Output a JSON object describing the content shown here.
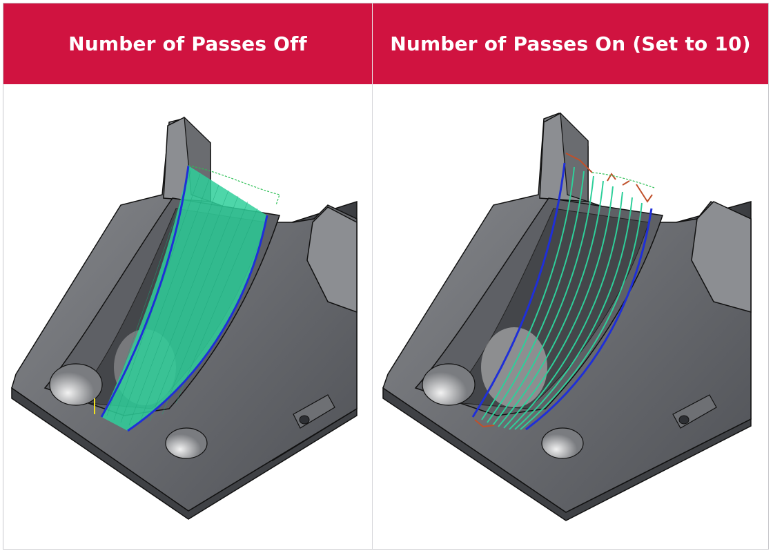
{
  "table": {
    "columns": [
      {
        "header": "Number of Passes Off",
        "image": "toolpath-dense-render"
      },
      {
        "header": "Number of Passes On (Set to 10)",
        "image": "toolpath-10-passes-render"
      }
    ]
  },
  "colors": {
    "header_bg": "#d01340",
    "header_text": "#ffffff",
    "part_body": "#6b6d72",
    "toolpath_passes": "#2fcf9a",
    "boundary": "#1f2fd8",
    "links": "#c0502a"
  }
}
